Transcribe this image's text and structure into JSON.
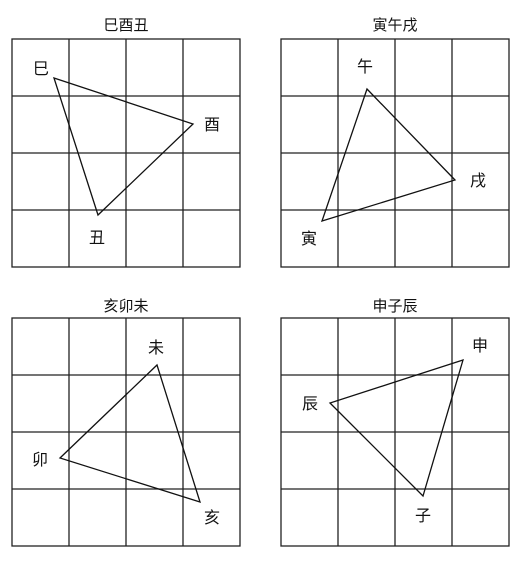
{
  "panels": [
    {
      "title": "巳酉丑",
      "vertices": [
        {
          "label": "巳"
        },
        {
          "label": "酉"
        },
        {
          "label": "丑"
        }
      ]
    },
    {
      "title": "寅午戌",
      "vertices": [
        {
          "label": "午"
        },
        {
          "label": "戌"
        },
        {
          "label": "寅"
        }
      ]
    },
    {
      "title": "亥卯未",
      "vertices": [
        {
          "label": "未"
        },
        {
          "label": "亥"
        },
        {
          "label": "卯"
        }
      ]
    },
    {
      "title": "申子辰",
      "vertices": [
        {
          "label": "申"
        },
        {
          "label": "子"
        },
        {
          "label": "辰"
        }
      ]
    }
  ]
}
